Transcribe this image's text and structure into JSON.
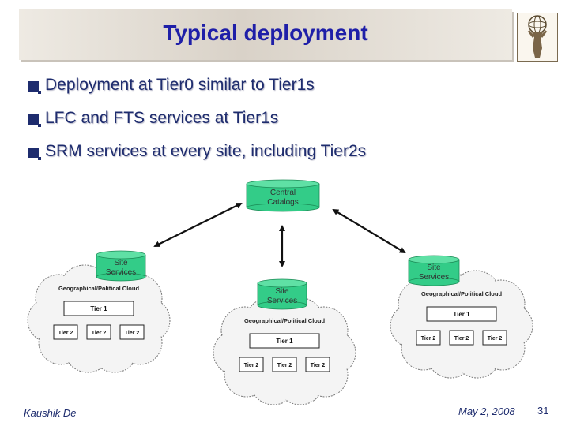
{
  "slide": {
    "title": "Typical deployment",
    "bullets": [
      "Deployment at Tier0 similar to Tier1s",
      "LFC and FTS services at Tier1s",
      "SRM services at every site, including Tier2s"
    ]
  },
  "diagram": {
    "central": [
      "Central",
      "Catalogs"
    ],
    "site_label": [
      "Site",
      "Services"
    ],
    "cloud_label": "Geographical/Political Cloud",
    "tier1_label": "Tier 1",
    "tier2_label": "Tier 2"
  },
  "footer": {
    "author": "Kaushik De",
    "date": "May 2, 2008",
    "page": "31"
  },
  "colors": {
    "title": "#1f1fa8",
    "bullet_text": "#1e2c6e",
    "cylinder": "#33cc88"
  }
}
